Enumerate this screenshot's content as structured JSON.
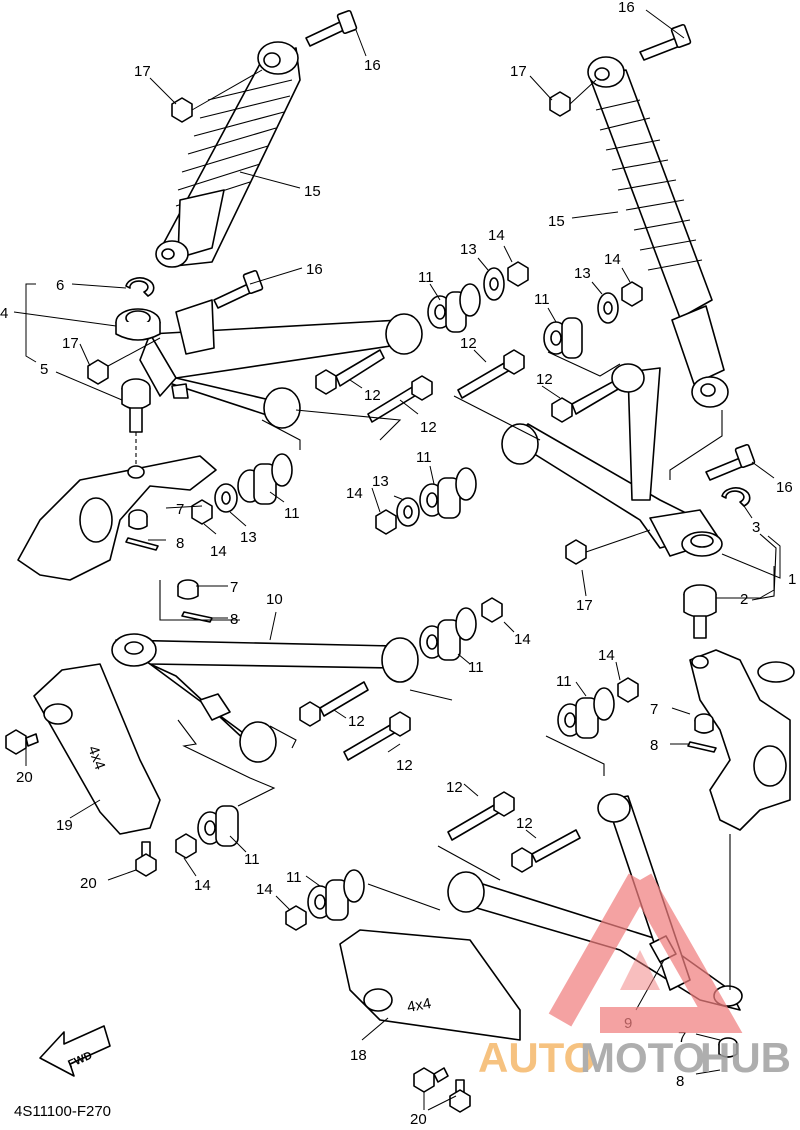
{
  "diagram": {
    "ref_code": "4S11100-F270",
    "fwd_label": "FWD",
    "emboss_label": "4x4",
    "watermark": {
      "part1": "AUTO",
      "part2": "MOTO",
      "part3": "HUB",
      "color_red": "#f07f7f",
      "color_orange": "#f5b86a",
      "color_gray": "#a0a0a0"
    },
    "callouts": [
      {
        "id": "c16a",
        "label": "16"
      },
      {
        "id": "c17a",
        "label": "17"
      },
      {
        "id": "c15a",
        "label": "15"
      },
      {
        "id": "c16b",
        "label": "16"
      },
      {
        "id": "c17b",
        "label": "17"
      },
      {
        "id": "c15b",
        "label": "15"
      },
      {
        "id": "c6",
        "label": "6"
      },
      {
        "id": "c4",
        "label": "4"
      },
      {
        "id": "c17c",
        "label": "17"
      },
      {
        "id": "c5",
        "label": "5"
      },
      {
        "id": "c16c",
        "label": "16"
      },
      {
        "id": "c11a",
        "label": "11"
      },
      {
        "id": "c13a",
        "label": "13"
      },
      {
        "id": "c14a",
        "label": "14"
      },
      {
        "id": "c11b",
        "label": "11"
      },
      {
        "id": "c13b",
        "label": "13"
      },
      {
        "id": "c14b",
        "label": "14"
      },
      {
        "id": "c12a",
        "label": "12"
      },
      {
        "id": "c12b",
        "label": "12"
      },
      {
        "id": "c12c",
        "label": "12"
      },
      {
        "id": "c12d",
        "label": "12"
      },
      {
        "id": "c7a",
        "label": "7"
      },
      {
        "id": "c8a",
        "label": "8"
      },
      {
        "id": "c14c",
        "label": "14"
      },
      {
        "id": "c13c",
        "label": "13"
      },
      {
        "id": "c11c",
        "label": "11"
      },
      {
        "id": "c14d",
        "label": "14"
      },
      {
        "id": "c13d",
        "label": "13"
      },
      {
        "id": "c11d",
        "label": "11"
      },
      {
        "id": "c16d",
        "label": "16"
      },
      {
        "id": "c3",
        "label": "3"
      },
      {
        "id": "c1",
        "label": "1"
      },
      {
        "id": "c2",
        "label": "2"
      },
      {
        "id": "c17d",
        "label": "17"
      },
      {
        "id": "c7b",
        "label": "7"
      },
      {
        "id": "c8b",
        "label": "8"
      },
      {
        "id": "c10",
        "label": "10"
      },
      {
        "id": "c14e",
        "label": "14"
      },
      {
        "id": "c11e",
        "label": "11"
      },
      {
        "id": "c12e",
        "label": "12"
      },
      {
        "id": "c12f",
        "label": "12"
      },
      {
        "id": "c20a",
        "label": "20"
      },
      {
        "id": "c19",
        "label": "19"
      },
      {
        "id": "c11f",
        "label": "11"
      },
      {
        "id": "c14f",
        "label": "14"
      },
      {
        "id": "c20b",
        "label": "20"
      },
      {
        "id": "c14g",
        "label": "14"
      },
      {
        "id": "c11g",
        "label": "11"
      },
      {
        "id": "c7c",
        "label": "7"
      },
      {
        "id": "c8c",
        "label": "8"
      },
      {
        "id": "c12g",
        "label": "12"
      },
      {
        "id": "c12h",
        "label": "12"
      },
      {
        "id": "c14h",
        "label": "14"
      },
      {
        "id": "c11h",
        "label": "11"
      },
      {
        "id": "c9",
        "label": "9"
      },
      {
        "id": "c18",
        "label": "18"
      },
      {
        "id": "c7d",
        "label": "7"
      },
      {
        "id": "c8d",
        "label": "8"
      },
      {
        "id": "c20c",
        "label": "20"
      }
    ]
  }
}
